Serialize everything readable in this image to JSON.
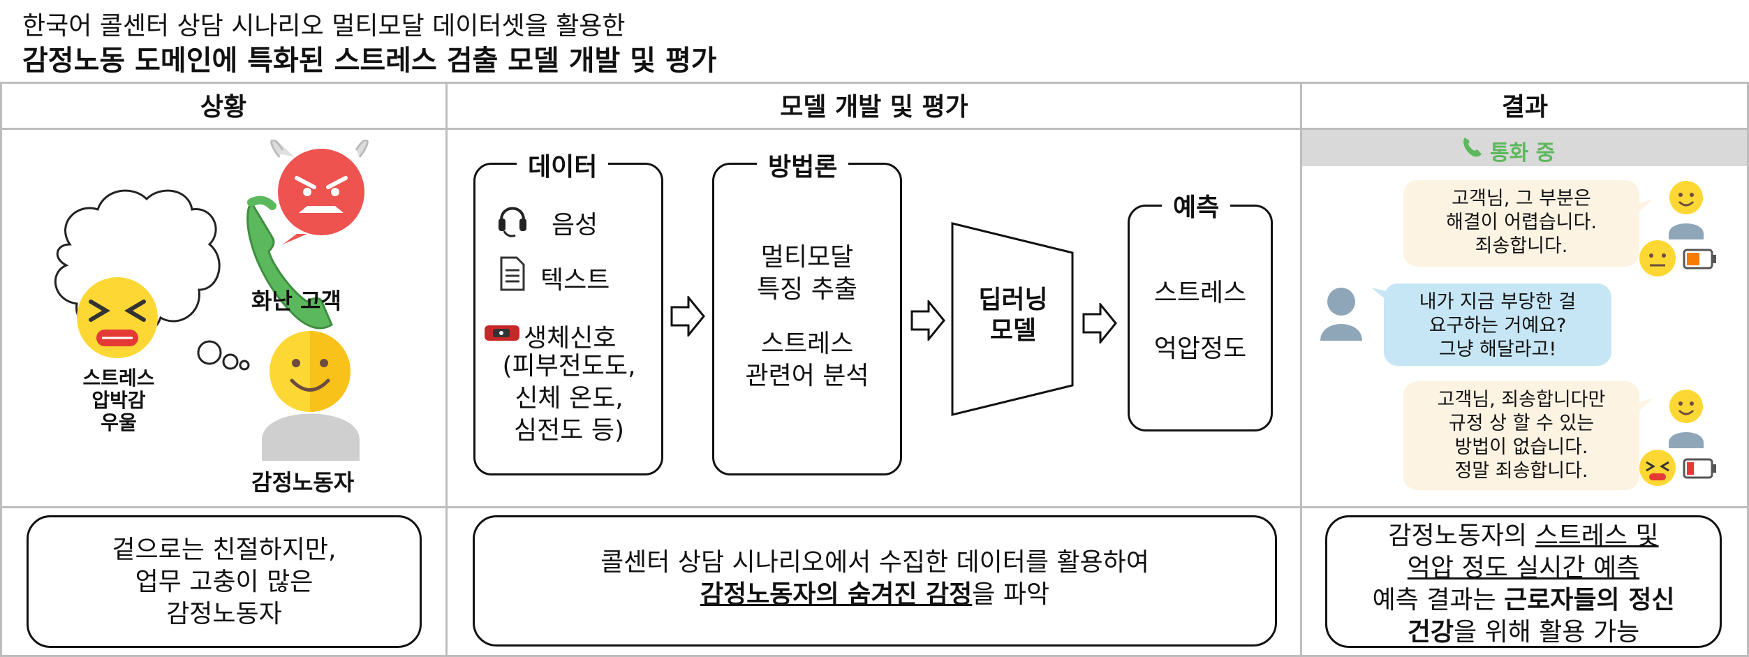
{
  "title": {
    "line1": "한국어 콜센터 상담 시나리오 멀티모달 데이터셋을 활용한",
    "line2": "감정노동 도메인에 특화된 스트레스 검출 모델 개발 및 평가"
  },
  "headers": {
    "situation": "상황",
    "model": "모델 개발 및 평가",
    "result": "결과"
  },
  "situation": {
    "angry_customer_label": "화난 고객",
    "thought_lines": [
      "스트레스",
      "압박감",
      "우울"
    ],
    "worker_label": "감정노동자",
    "summary_lines": [
      "겉으로는 친절하지만,",
      "업무 고충이 많은",
      "감정노동자"
    ]
  },
  "data_box": {
    "title": "데이터",
    "voice": "음성",
    "text": "텍스트",
    "bio": "생체신호",
    "bio_detail": [
      "(피부전도도,",
      "신체 온도,",
      "심전도 등)"
    ]
  },
  "method_box": {
    "title": "방법론",
    "lines_a": [
      "멀티모달",
      "특징 추출"
    ],
    "lines_b": [
      "스트레스",
      "관련어 분석"
    ]
  },
  "deep_learning": [
    "딥러닝",
    "모델"
  ],
  "predict_box": {
    "title": "예측",
    "item1": "스트레스",
    "item2": "억압정도"
  },
  "model_summary": {
    "line1": "콜센터 상담 시나리오에서 수집한 데이터를 활용하여",
    "bold": "감정노동자의 숨겨진 감정",
    "suffix": "을 파악"
  },
  "result": {
    "call_status": "통화 중",
    "bubble1": [
      "고객님, 그 부분은",
      "해결이 어렵습니다.",
      "죄송합니다."
    ],
    "bubble2": [
      "내가 지금 부당한 걸",
      "요구하는 거예요?",
      "그냥 해달라고!"
    ],
    "bubble3": [
      "고객님, 죄송합니다만",
      "규정 상 할 수 있는",
      "방법이 없습니다.",
      "정말 죄송합니다."
    ],
    "summary": {
      "l1a": "감정노동자의 ",
      "l1b": "스트레스 및",
      "l2": "억압 정도 실시간 예측",
      "l3a": "예측 결과는 ",
      "l3b": "근로자들의 정신",
      "l4a": "건강",
      "l4b": "을 위해 활용 가능"
    }
  },
  "colors": {
    "phone_green": "#5cb85c",
    "emoji_yellow": "#fdd835",
    "angry_red": "#ef5350",
    "call_bar": "#d9d9d9",
    "battery_low": "#e53935",
    "battery_mid": "#f57c00"
  }
}
